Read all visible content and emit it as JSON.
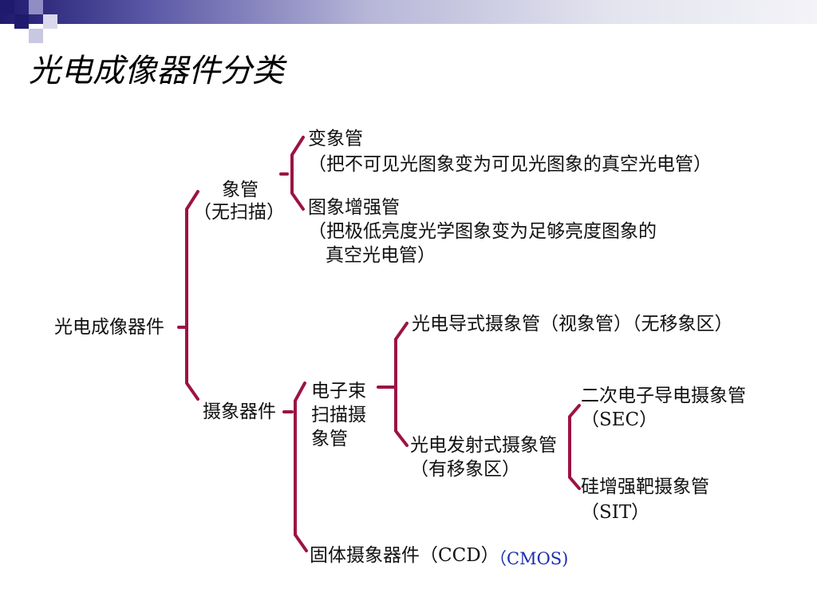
{
  "slide": {
    "title": "光电成像器件分类"
  },
  "tree": {
    "root": "光电成像器件",
    "imaging_tube": {
      "label_line1": "象管",
      "label_line2": "（无扫描）",
      "image_converter": {
        "label": "变象管",
        "desc": "（把不可见光图象变为可见光图象的真空光电管）"
      },
      "image_intensifier": {
        "label": "图象增强管",
        "desc_line1": "（把极低亮度光学图象变为足够亮度图象的",
        "desc_line2": "真空光电管）"
      }
    },
    "camera_devices": {
      "label": "摄象器件",
      "electron_beam": {
        "line1": "电子束",
        "line2": "扫描摄",
        "line3": "象管"
      },
      "photoconductive": "光电导式摄象管（视象管）（无移象区）",
      "photoemissive": {
        "line1": "光电发射式摄象管",
        "line2": "（有移象区）",
        "sec": {
          "line1": "二次电子导电摄象管",
          "line2": "（SEC）"
        },
        "sit": {
          "line1": "硅增强靶摄象管",
          "line2": "（SIT）"
        }
      },
      "solid_state": "固体摄象器件（CCD）",
      "solid_state_extra": "（CMOS)"
    }
  },
  "colors": {
    "bracket": "#9c1345",
    "header_dark": "#1f1a6e",
    "cmos_text": "#1a2fae"
  }
}
